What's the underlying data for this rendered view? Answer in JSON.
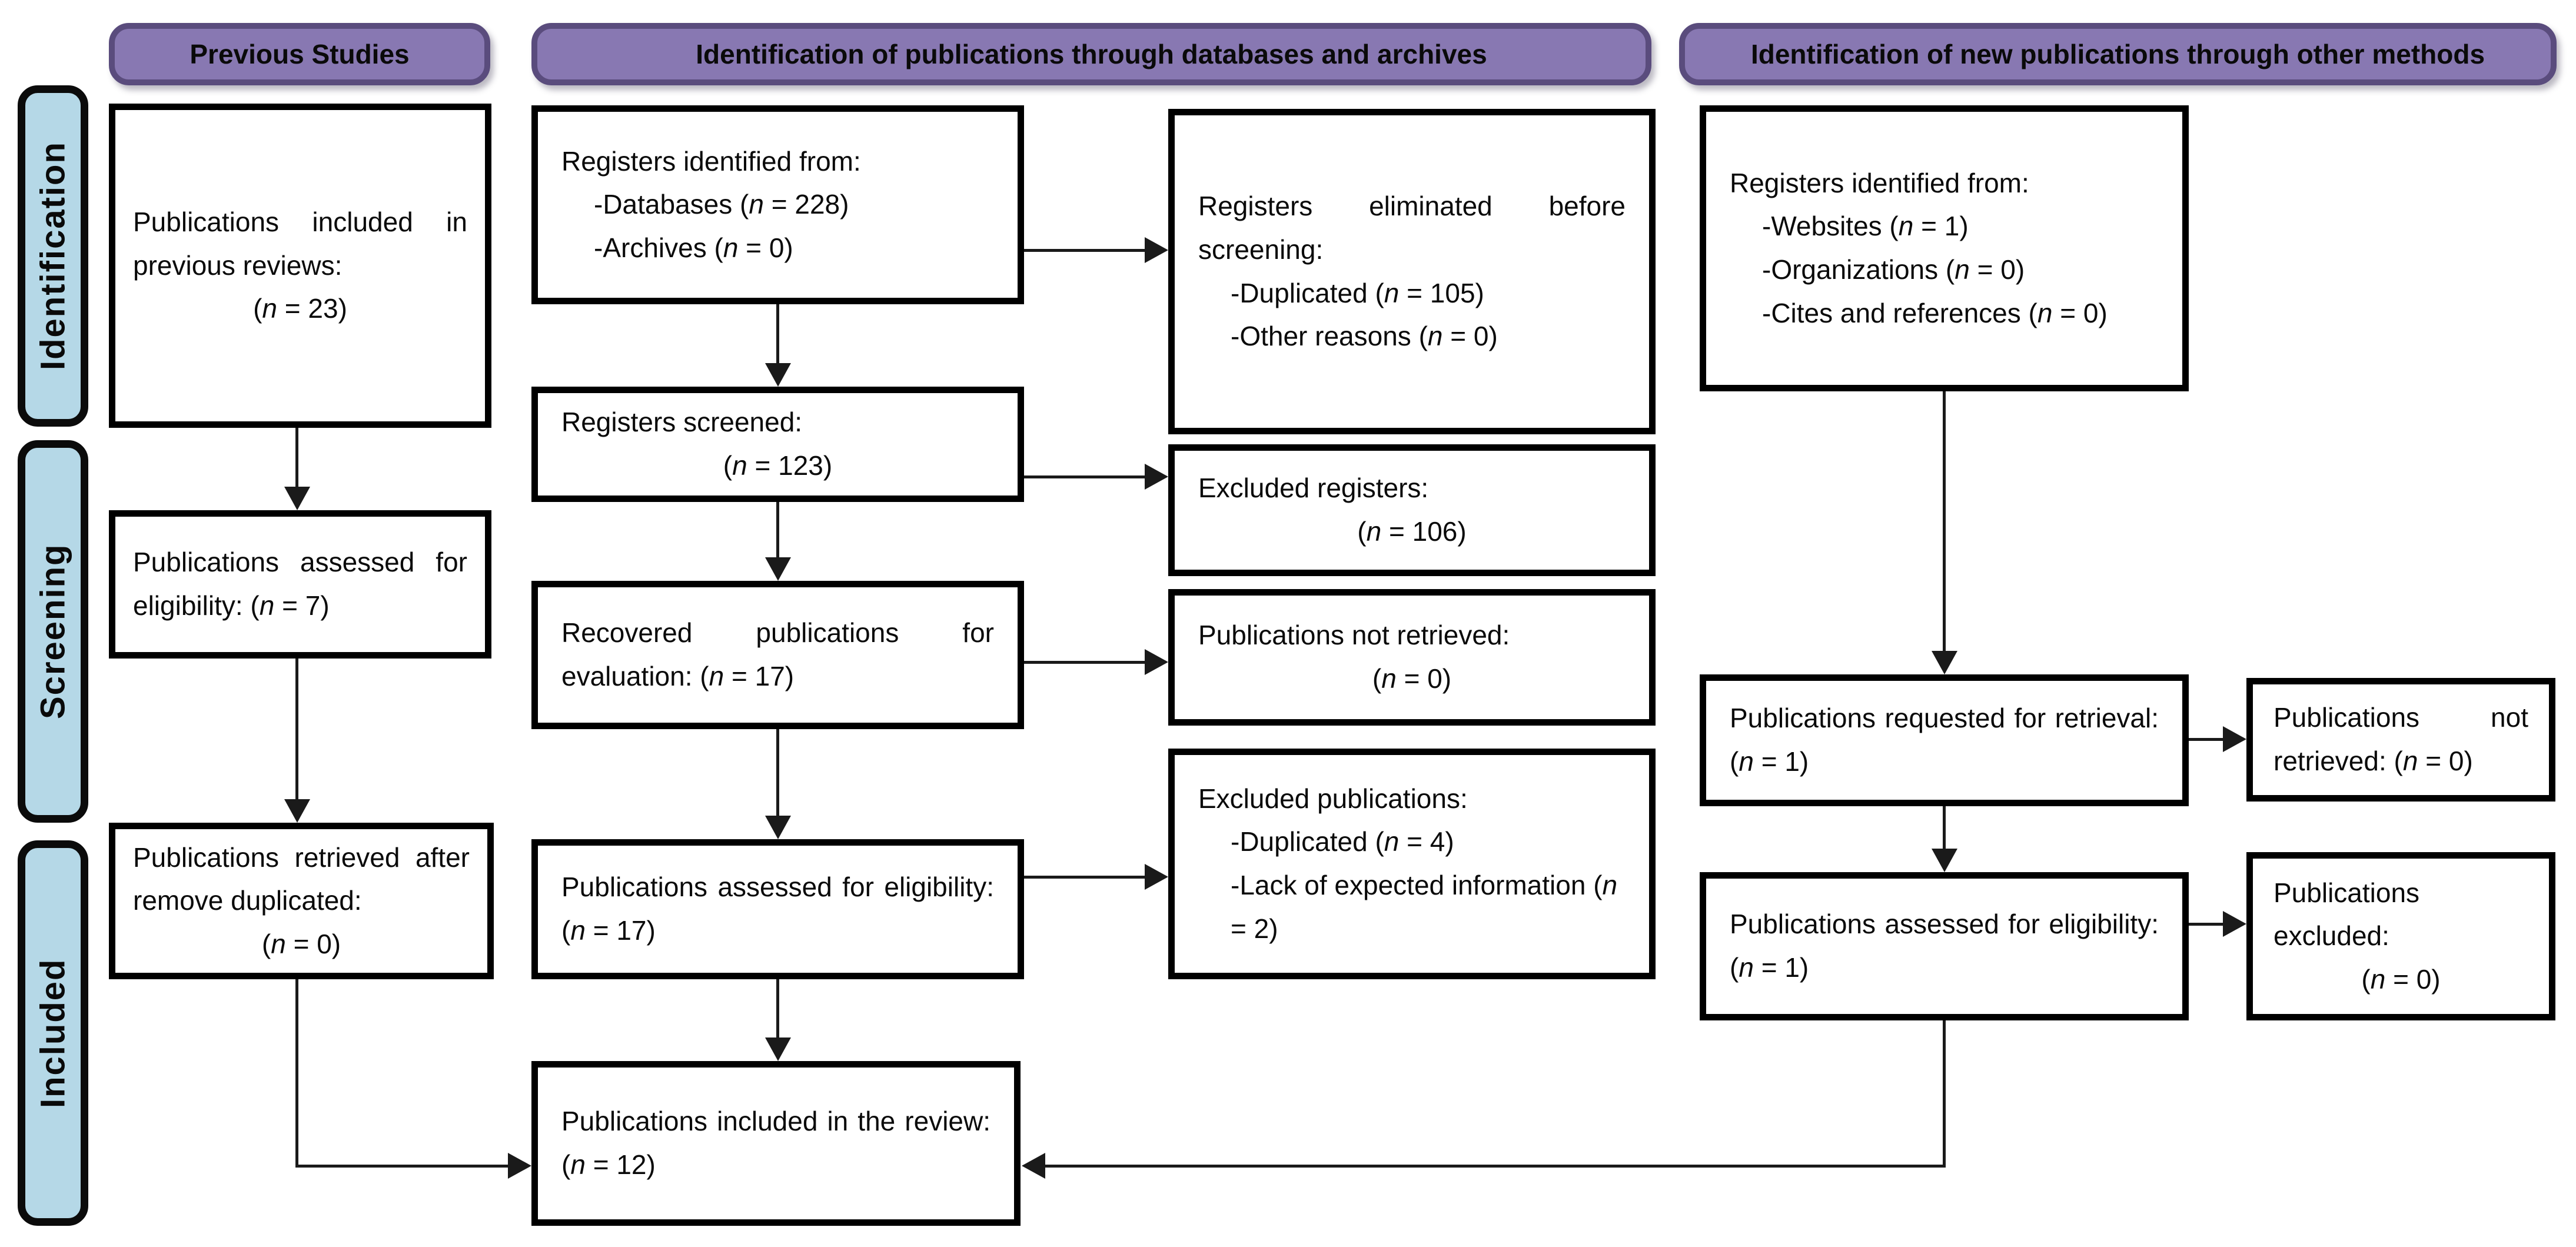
{
  "colors": {
    "header_fill": "#8878B2",
    "header_border": "#5A4C7D",
    "sidebar_fill": "#B5D8E7",
    "box_border": "#000000",
    "line": "#1a1a1a"
  },
  "headers": {
    "previous": "Previous Studies",
    "databases": "Identification of publications through databases and archives",
    "other": "Identification of new publications through other methods"
  },
  "sidebar": {
    "identification": "Identification",
    "screening": "Screening",
    "included": "Included"
  },
  "boxes": {
    "prev_included": {
      "text": "Publications included in previous reviews:",
      "n": "(n = 23)"
    },
    "prev_assessed": {
      "text": "Publications assessed for eligibility: (n = 7)"
    },
    "prev_retrieved": {
      "text": "Publications retrieved after remove duplicated:",
      "n": "(n = 0)"
    },
    "db_identified": {
      "title": "Registers identified from:",
      "items": [
        "-Databases (n = 228)",
        "-Archives (n = 0)"
      ]
    },
    "db_screened": {
      "text": "Registers screened:",
      "n": "(n = 123)"
    },
    "db_recovered": {
      "text": "Recovered publications for evaluation: (n = 17)"
    },
    "db_assessed": {
      "text": "Publications assessed for eligibility: (n = 17)"
    },
    "db_included": {
      "text": "Publications included in the review: (n = 12)"
    },
    "db_eliminated": {
      "title": "Registers eliminated before screening:",
      "items": [
        "-Duplicated (n = 105)",
        "-Other reasons (n = 0)"
      ]
    },
    "db_excluded_registers": {
      "text": "Excluded registers:",
      "n": "(n = 106)"
    },
    "db_not_retrieved": {
      "text": "Publications not retrieved:",
      "n": "(n = 0)"
    },
    "db_excluded_pubs": {
      "title": "Excluded publications:",
      "items": [
        "-Duplicated (n = 4)",
        "-Lack of expected information (n = 2)"
      ]
    },
    "other_identified": {
      "title": "Registers identified from:",
      "items": [
        "-Websites (n = 1)",
        "-Organizations (n = 0)",
        "-Cites and references (n = 0)"
      ]
    },
    "other_requested": {
      "text": "Publications requested for retrieval: (n = 1)"
    },
    "other_not_retrieved": {
      "text": "Publications not retrieved:  (n = 0)"
    },
    "other_assessed": {
      "text": "Publications assessed for eligibility: (n = 1)"
    },
    "other_excluded": {
      "text": "Publications excluded:",
      "n": "(n = 0)"
    }
  }
}
